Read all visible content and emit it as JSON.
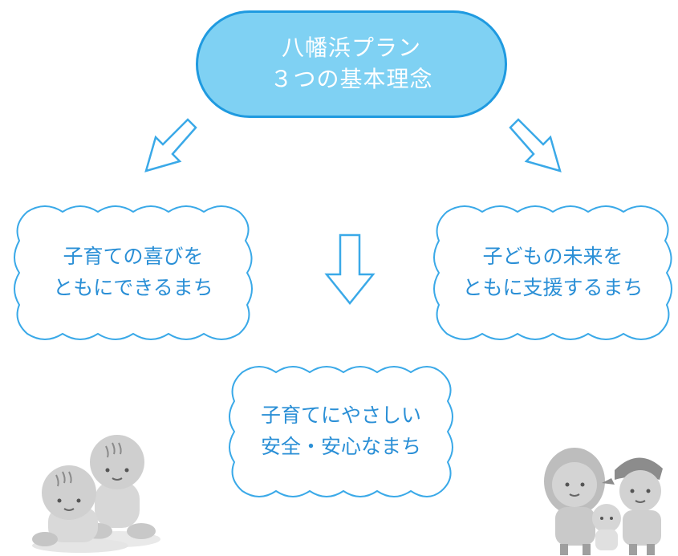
{
  "title": {
    "line1": "八幡浜プラン",
    "line2": "３つの基本理念"
  },
  "principles": [
    {
      "line1": "子育ての喜びを",
      "line2": "ともにできるまち"
    },
    {
      "line1": "子どもの未来を",
      "line2": "ともに支援するまち"
    },
    {
      "line1": "子育てにやさしい",
      "line2": "安全・安心なまち"
    }
  ],
  "colors": {
    "title_fill": "#7fd1f3",
    "title_border": "#1f9ae0",
    "accent": "#2a8fd6",
    "cloud_outline": "#3aa9e8"
  },
  "icons": [
    "arrow-down-left-icon",
    "arrow-down-icon",
    "arrow-down-right-icon",
    "children-illustration",
    "family-illustration"
  ]
}
